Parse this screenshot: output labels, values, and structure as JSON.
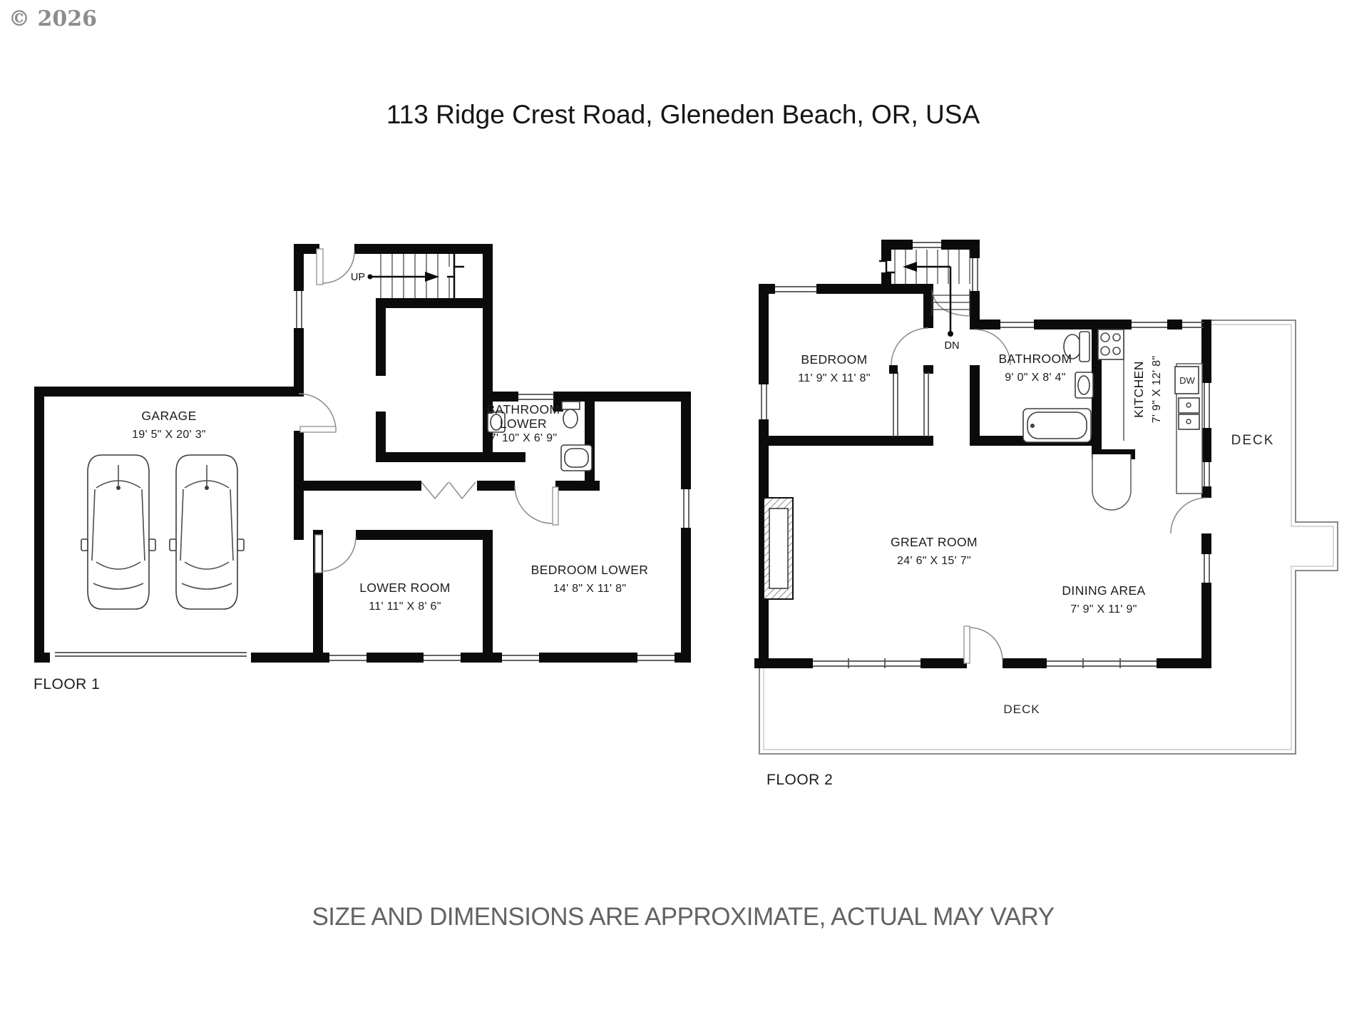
{
  "watermark": "© 2026",
  "title": "113 Ridge Crest Road, Gleneden Beach, OR, USA",
  "disclaimer": "SIZE AND DIMENSIONS ARE APPROXIMATE, ACTUAL MAY VARY",
  "colors": {
    "wall": "#0b0b0b",
    "text": "#1c1c1c",
    "muted": "#636363",
    "watermark": "#8d8d8d"
  },
  "floor1": {
    "label": "FLOOR 1",
    "stair_direction": "UP",
    "rooms": [
      {
        "name": "GARAGE",
        "dims": "19' 5\" X 20' 3\""
      },
      {
        "name": "BATHROOM",
        "name2": "LOWER",
        "dims": "7' 10\" X 6' 9\""
      },
      {
        "name": "LOWER ROOM",
        "dims": "11' 11\" X 8' 6\""
      },
      {
        "name": "BEDROOM LOWER",
        "dims": "14' 8\" X 11' 8\""
      }
    ]
  },
  "floor2": {
    "label": "FLOOR 2",
    "stair_direction": "DN",
    "dishwasher": "DW",
    "deck_right": "DECK",
    "deck_bottom": "DECK",
    "rooms": [
      {
        "name": "BEDROOM",
        "dims": "11' 9\" X 11' 8\""
      },
      {
        "name": "BATHROOM",
        "dims": "9' 0\" X 8' 4\""
      },
      {
        "name": "KITCHEN",
        "dims": "7' 9\" X 12' 8\""
      },
      {
        "name": "GREAT ROOM",
        "dims": "24' 6\" X 15' 7\""
      },
      {
        "name": "DINING AREA",
        "dims": "7' 9\" X 11' 9\""
      }
    ]
  }
}
